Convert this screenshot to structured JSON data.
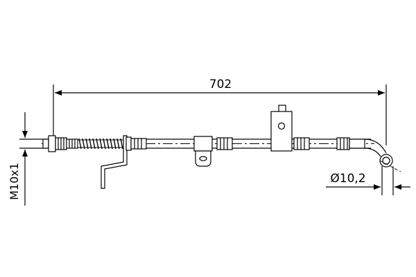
{
  "drawing": {
    "length_label": "702",
    "thread_label": "M10x1",
    "diameter_label": "Ø10,2"
  },
  "colors": {
    "ink": "#000000",
    "paper": "#ffffff"
  }
}
